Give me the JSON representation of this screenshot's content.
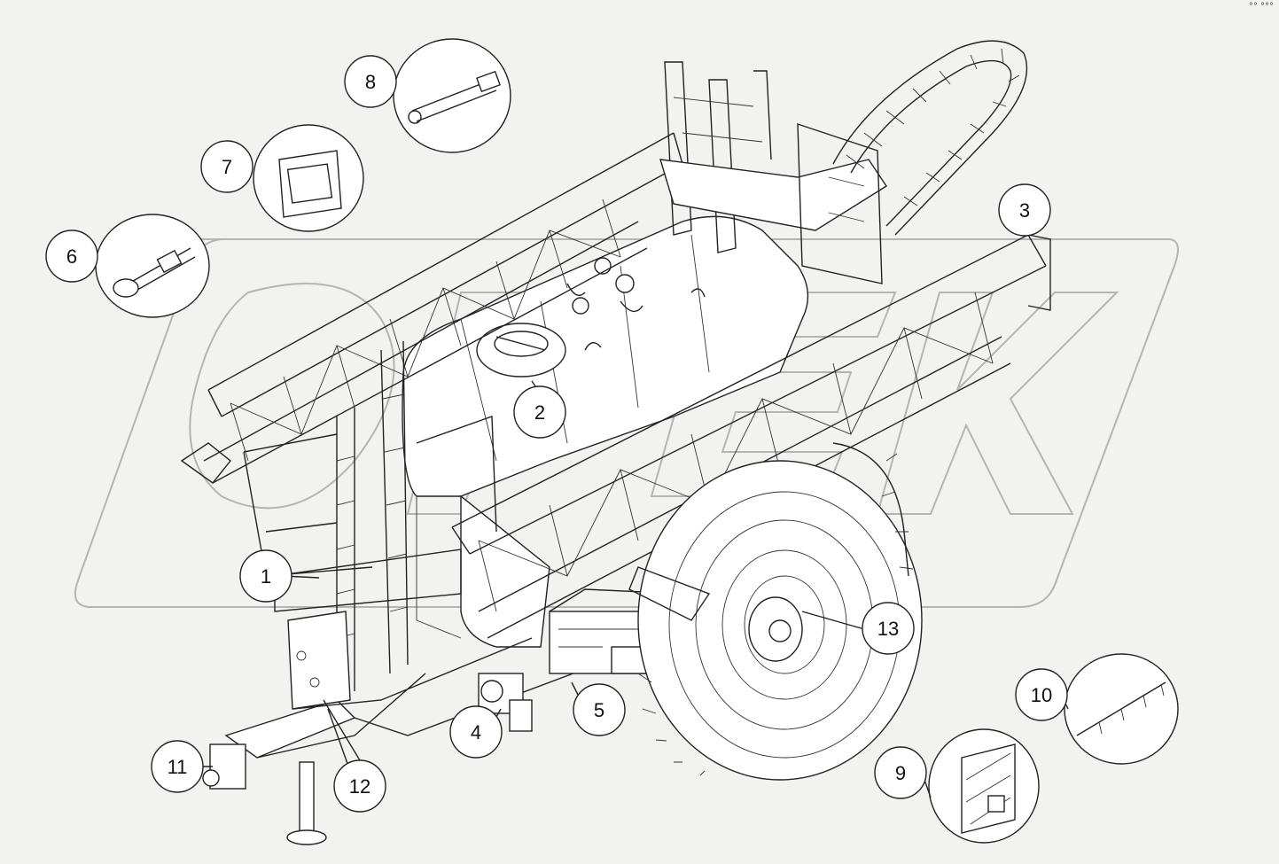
{
  "diagram": {
    "callouts": [
      {
        "id": "1",
        "label": "1"
      },
      {
        "id": "2",
        "label": "2"
      },
      {
        "id": "3",
        "label": "3"
      },
      {
        "id": "4",
        "label": "4"
      },
      {
        "id": "5",
        "label": "5"
      },
      {
        "id": "6",
        "label": "6"
      },
      {
        "id": "7",
        "label": "7"
      },
      {
        "id": "8",
        "label": "8"
      },
      {
        "id": "9",
        "label": "9"
      },
      {
        "id": "10",
        "label": "10"
      },
      {
        "id": "11",
        "label": "11"
      },
      {
        "id": "12",
        "label": "12"
      },
      {
        "id": "13",
        "label": "13"
      }
    ],
    "watermark_icon": "opek-logo-watermark",
    "corner_mark": "°° °°°",
    "colors": {
      "background": "#f2f2f0",
      "line": "#222222",
      "watermark": "#9a9a9a"
    }
  }
}
